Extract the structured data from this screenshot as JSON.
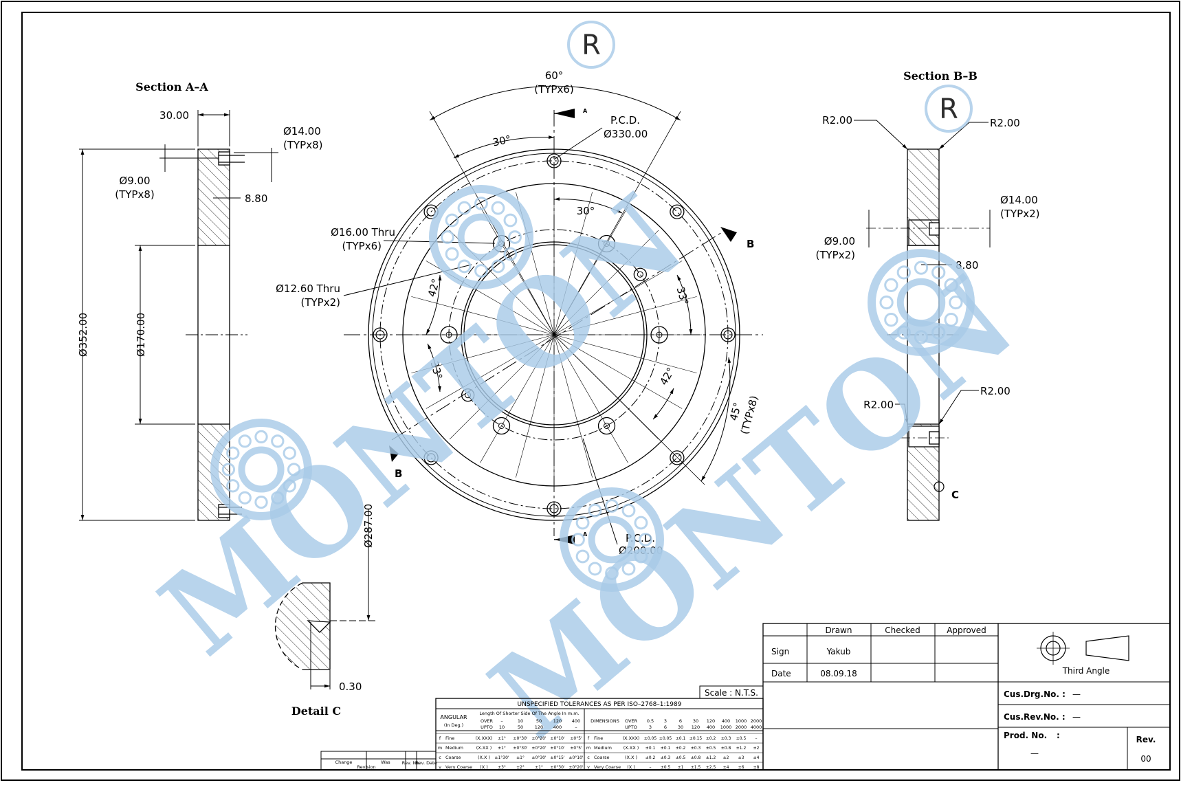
{
  "watermark": {
    "brand": "MONTON",
    "registered_mark": "R",
    "color": "#a9cbe8"
  },
  "section_aa": {
    "title": "Section A–A",
    "dims": {
      "width": "30.00",
      "counterbore": "Ø14.00",
      "counterbore_typ": "(TYPx8)",
      "hole": "Ø9.00",
      "hole_typ": "(TYPx8)",
      "depth": "8.80",
      "outer": "Ø352.00",
      "inner": "Ø170.00"
    }
  },
  "front_view": {
    "angle_typ": "60°",
    "angle_typ_count": "(TYPx6)",
    "angle_30a": "30°",
    "angle_30b": "30°",
    "pcd_outer_label": "P.C.D.",
    "pcd_outer_value": "Ø330.00",
    "hole16": "Ø16.00 Thru",
    "hole16_typ": "(TYPx6)",
    "hole12": "Ø12.60 Thru",
    "hole12_typ": "(TYPx2)",
    "angle_42a": "42°",
    "angle_33a": "33°",
    "angle_33b": "33°",
    "angle_42b": "42°",
    "angle_45": "45°",
    "angle_45_typ": "(TYPx8)",
    "pcd_inner_label": "P.C.D.",
    "pcd_inner_value": "Ø200.00",
    "marker_a": "A",
    "marker_b": "B"
  },
  "section_bb": {
    "title": "Section B–B",
    "r_tl": "R2.00",
    "r_tr": "R2.00",
    "counterbore": "Ø14.00",
    "counterbore_typ": "(TYPx2)",
    "hole": "Ø9.00",
    "hole_typ": "(TYPx2)",
    "depth": "8.80",
    "r_bl": "R2.00",
    "r_br": "R2.00",
    "detail_ref": "C"
  },
  "detail_c": {
    "title": "Detail C",
    "dia": "Ø287.00",
    "gap": "0.30"
  },
  "tolerances": {
    "scale": "Scale : N.T.S.",
    "title": "UNSPECIFIED TOLERANCES AS PER ISO–2768–1:1989",
    "angular_label": "ANGULAR",
    "angular_sub": "(In Deg.)",
    "length_note": "Length Of Shorter Side Of The Angle In m.m.",
    "over": "OVER",
    "upto": "UPTO",
    "ang_over": [
      "–",
      "10",
      "50",
      "120",
      "400"
    ],
    "ang_upto": [
      "10",
      "50",
      "120",
      "400",
      "–"
    ],
    "dimensions_label": "DIMENSIONS",
    "dim_over": [
      "0.5",
      "3",
      "6",
      "30",
      "120",
      "400",
      "1000",
      "2000"
    ],
    "dim_upto": [
      "3",
      "6",
      "30",
      "120",
      "400",
      "1000",
      "2000",
      "4000"
    ],
    "rows": [
      {
        "code": "f",
        "name": "Fine",
        "fmt": "(X.XXX)",
        "ang": [
          "±1°",
          "±0°30'",
          "±0°20'",
          "±0°10'",
          "±0°5'"
        ],
        "dim": [
          "±0.05",
          "±0.05",
          "±0.1",
          "±0.15",
          "±0.2",
          "±0.3",
          "±0.5",
          "–"
        ]
      },
      {
        "code": "m",
        "name": "Medium",
        "fmt": "(X.XX )",
        "ang": [
          "±1°",
          "±0°30'",
          "±0°20'",
          "±0°10'",
          "±0°5'"
        ],
        "dim": [
          "±0.1",
          "±0.1",
          "±0.2",
          "±0.3",
          "±0.5",
          "±0.8",
          "±1.2",
          "±2"
        ]
      },
      {
        "code": "c",
        "name": "Coarse",
        "fmt": "(X.X  )",
        "ang": [
          "±1°30'",
          "±1°",
          "±0°30'",
          "±0°15'",
          "±0°10'"
        ],
        "dim": [
          "±0.2",
          "±0.3",
          "±0.5",
          "±0.8",
          "±1.2",
          "±2",
          "±3",
          "±4"
        ]
      },
      {
        "code": "v",
        "name": "Very Coarse",
        "fmt": "(X    )",
        "ang": [
          "±3°",
          "±2°",
          "±1°",
          "±0°30'",
          "±0°20'"
        ],
        "dim": [
          "–",
          "±0.5",
          "±1",
          "±1.5",
          "±2.5",
          "±4",
          "±6",
          "±8"
        ]
      }
    ]
  },
  "revision": {
    "change": "Change",
    "was": "Was",
    "revision": "Revision",
    "rev_no": "Rev. No.",
    "rev_date": "Rev. Date"
  },
  "title_block": {
    "drawn": "Drawn",
    "checked": "Checked",
    "approved": "Approved",
    "sign_label": "Sign",
    "sign_value": "Yakub",
    "date_label": "Date",
    "date_value": "08.09.18",
    "projection": "Third Angle",
    "cus_drg_label": "Cus.Drg.No. :",
    "cus_drg_value": "—",
    "cus_rev_label": "Cus.Rev.No. :",
    "cus_rev_value": "—",
    "prod_label": "Prod. No.",
    "prod_colon": ":",
    "prod_value": "—",
    "rev_label": "Rev.",
    "rev_value": "00"
  }
}
